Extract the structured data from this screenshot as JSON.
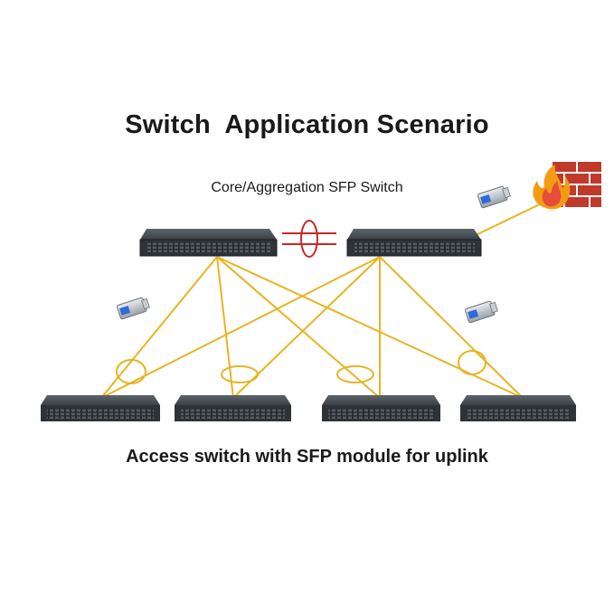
{
  "title": "Switch  Application Scenario",
  "subtitle": "Core/Aggregation SFP Switch",
  "caption": "Access switch with SFP module for uplink",
  "colors": {
    "link": "#e8b424",
    "stack_link": "#c62828",
    "switch_body": "#2e3338",
    "firewall_brick": "#c0392b",
    "flame": "#f39c12",
    "sfp_label": "#2d6bd8"
  },
  "icons": {
    "switch": "network-switch-icon",
    "sfp": "sfp-module-icon",
    "firewall": "firewall-icon"
  }
}
